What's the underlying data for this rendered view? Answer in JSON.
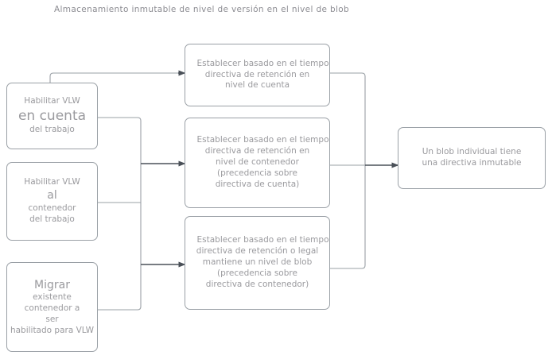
{
  "diagram": {
    "title": "Almacenamiento inmutable de nivel de versión en el nivel de blob",
    "colors": {
      "box_border": "#9aa0a6",
      "text": "#9a9a9e",
      "connector": "#9aa0a6",
      "arrow": "#4a5058",
      "background": "#ffffff"
    },
    "nodes": {
      "account": {
        "lines": [
          "Habilitar VLW",
          "en cuenta",
          "del trabajo"
        ]
      },
      "container": {
        "lines": [
          "Habilitar VLW",
          "al",
          "contenedor",
          "del trabajo"
        ]
      },
      "migrate": {
        "lines": [
          "Migrar",
          "existente",
          "contenedor a",
          "ser",
          "habilitado para VLW"
        ]
      },
      "account_policy": {
        "lines": [
          "Establecer basado en el tiempo",
          "directiva de retención en",
          "nivel de cuenta"
        ]
      },
      "container_policy": {
        "lines": [
          "Establecer basado en el tiempo",
          "directiva de retención en",
          "nivel de contenedor",
          "(precedencia sobre",
          "directiva de cuenta)"
        ]
      },
      "blob_policy": {
        "lines": [
          "Establecer basado en el tiempo",
          "directiva de retención o legal",
          "mantiene un nivel de blob",
          "(precedencia sobre",
          "directiva de contenedor)"
        ]
      },
      "result": {
        "lines": [
          "Un blob individual tiene",
          "una directiva inmutable"
        ]
      }
    }
  }
}
